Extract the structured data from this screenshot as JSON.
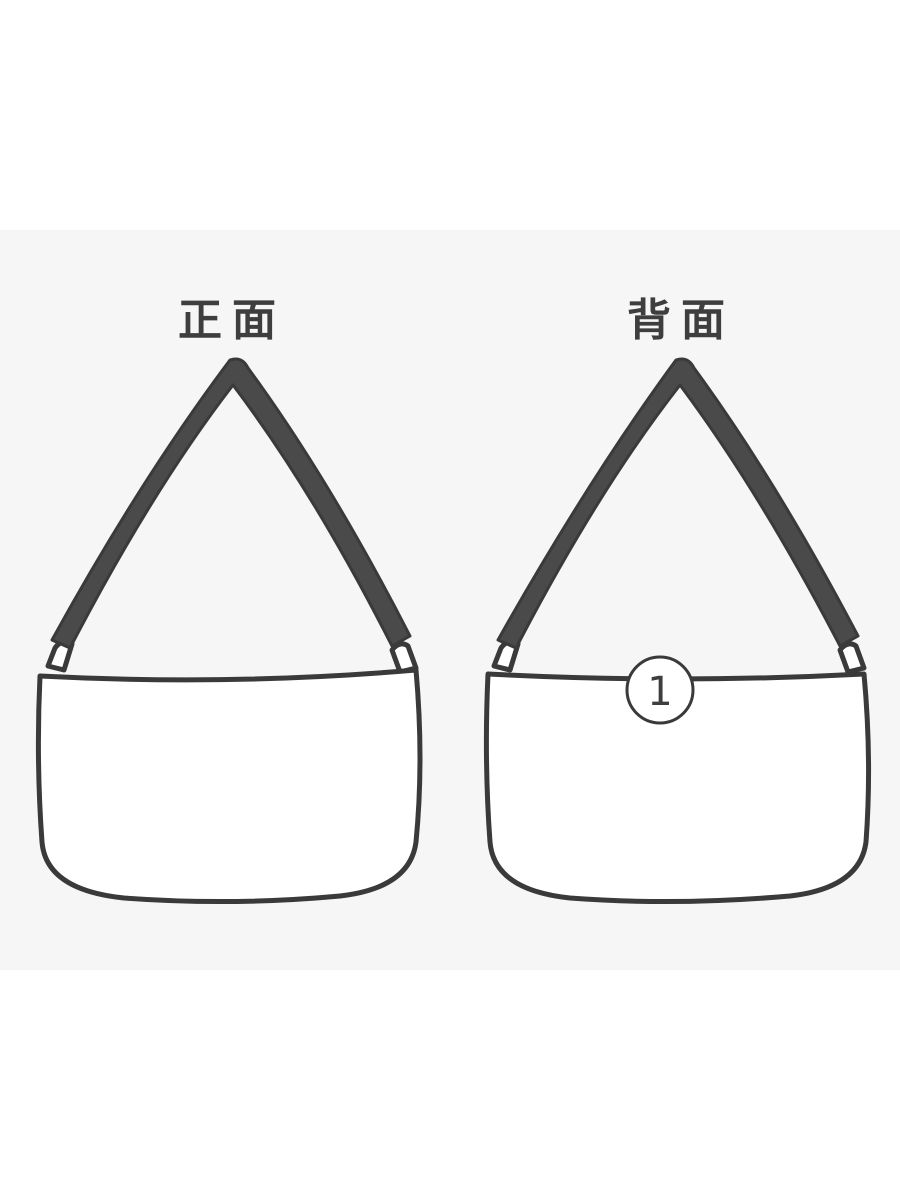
{
  "views": [
    {
      "id": "front",
      "label": "正面"
    },
    {
      "id": "back",
      "label": "背面"
    }
  ],
  "marker": {
    "label": "1"
  },
  "colors": {
    "background": "#ffffff",
    "panel": "#f6f6f6",
    "strap": "#4a4a4a",
    "outline": "#3a3a3a",
    "bag_fill": "#ffffff",
    "text": "#3e3e3e"
  }
}
